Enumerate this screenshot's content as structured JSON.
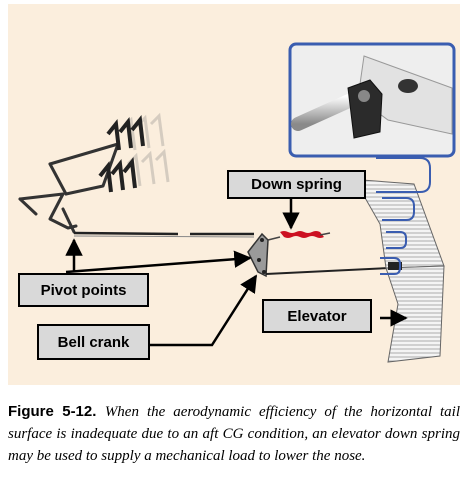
{
  "diagram": {
    "labels": {
      "down_spring": "Down spring",
      "pivot_points": "Pivot points",
      "bell_crank": "Bell crank",
      "elevator": "Elevator"
    },
    "colors": {
      "background": "#fbeedd",
      "label_fill": "#d9d9d9",
      "spring": "#cc1122",
      "inset_border": "#3a5db0",
      "callout": "#3a5db0"
    }
  },
  "caption": {
    "figure_number": "Figure 5-12.",
    "text": "When the aerodynamic efficiency of the horizontal tail surface is inadequate due to an aft CG condition, an elevator down spring may be used to supply a mechanical load to lower the nose."
  }
}
